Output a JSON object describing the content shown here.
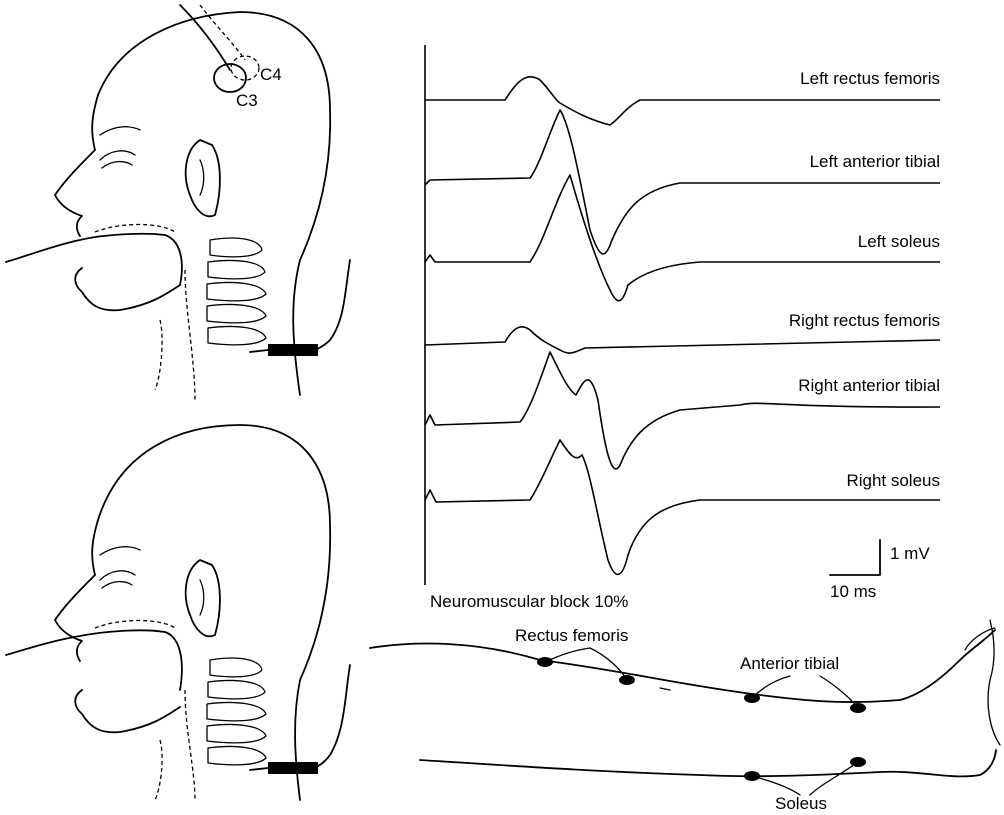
{
  "electrodes": {
    "c3": "C3",
    "c4": "C4"
  },
  "traces": [
    "Left rectus femoris",
    "Left anterior tibial",
    "Left soleus",
    "Right rectus femoris",
    "Right anterior tibial",
    "Right soleus"
  ],
  "scale": {
    "amplitude": "1 mV",
    "time": "10 ms"
  },
  "condition": "Neuromuscular block 10%",
  "leg_labels": {
    "rectus_femoris": "Rectus femoris",
    "anterior_tibial": "Anterior tibial",
    "soleus": "Soleus"
  }
}
